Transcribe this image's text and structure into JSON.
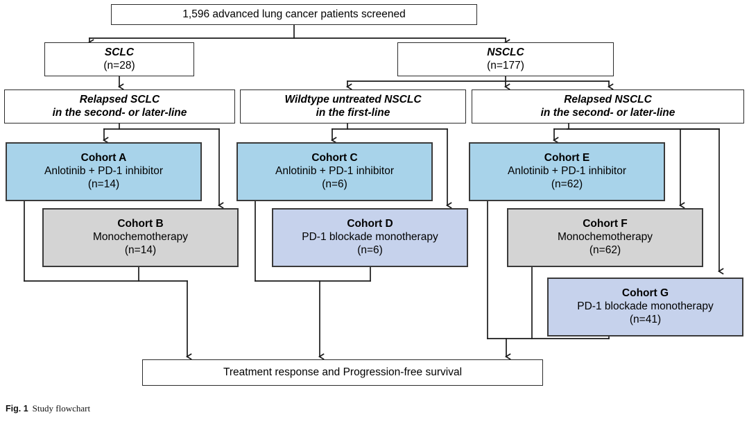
{
  "figure": {
    "label": "Fig. 1",
    "caption": "Study flowchart"
  },
  "colors": {
    "blue": "#a8d3ea",
    "gray": "#d4d4d4",
    "lavender": "#c6d2ec",
    "white": "#ffffff",
    "border": "#3a3a3a",
    "line": "#1a1a1a"
  },
  "nodes": {
    "screened": {
      "line1": "1,596 advanced lung cancer patients screened"
    },
    "sclc": {
      "line1": "SCLC",
      "line2": "(n=28)"
    },
    "nsclc": {
      "line1": "NSCLC",
      "line2": "(n=177)"
    },
    "relapsed_sclc": {
      "line1": "Relapsed SCLC",
      "line2": "in the second- or later-line"
    },
    "wildtype_nsclc": {
      "line1": "Wildtype untreated NSCLC",
      "line2": "in the first-line"
    },
    "relapsed_nsclc": {
      "line1": "Relapsed NSCLC",
      "line2": "in the second- or later-line"
    },
    "cohort_a": {
      "line1": "Cohort A",
      "line2": "Anlotinib + PD-1 inhibitor",
      "line3": "(n=14)"
    },
    "cohort_b": {
      "line1": "Cohort B",
      "line2": "Monochemotherapy",
      "line3": "(n=14)"
    },
    "cohort_c": {
      "line1": "Cohort C",
      "line2": "Anlotinib + PD-1 inhibitor",
      "line3": "(n=6)"
    },
    "cohort_d": {
      "line1": "Cohort D",
      "line2": "PD-1 blockade monotherapy",
      "line3": "(n=6)"
    },
    "cohort_e": {
      "line1": "Cohort E",
      "line2": "Anlotinib + PD-1 inhibitor",
      "line3": "(n=62)"
    },
    "cohort_f": {
      "line1": "Cohort F",
      "line2": "Monochemotherapy",
      "line3": "(n=62)"
    },
    "cohort_g": {
      "line1": "Cohort G",
      "line2": "PD-1 blockade monotherapy",
      "line3": "(n=41)"
    },
    "outcome": {
      "line1": "Treatment response and Progression-free survival"
    }
  }
}
